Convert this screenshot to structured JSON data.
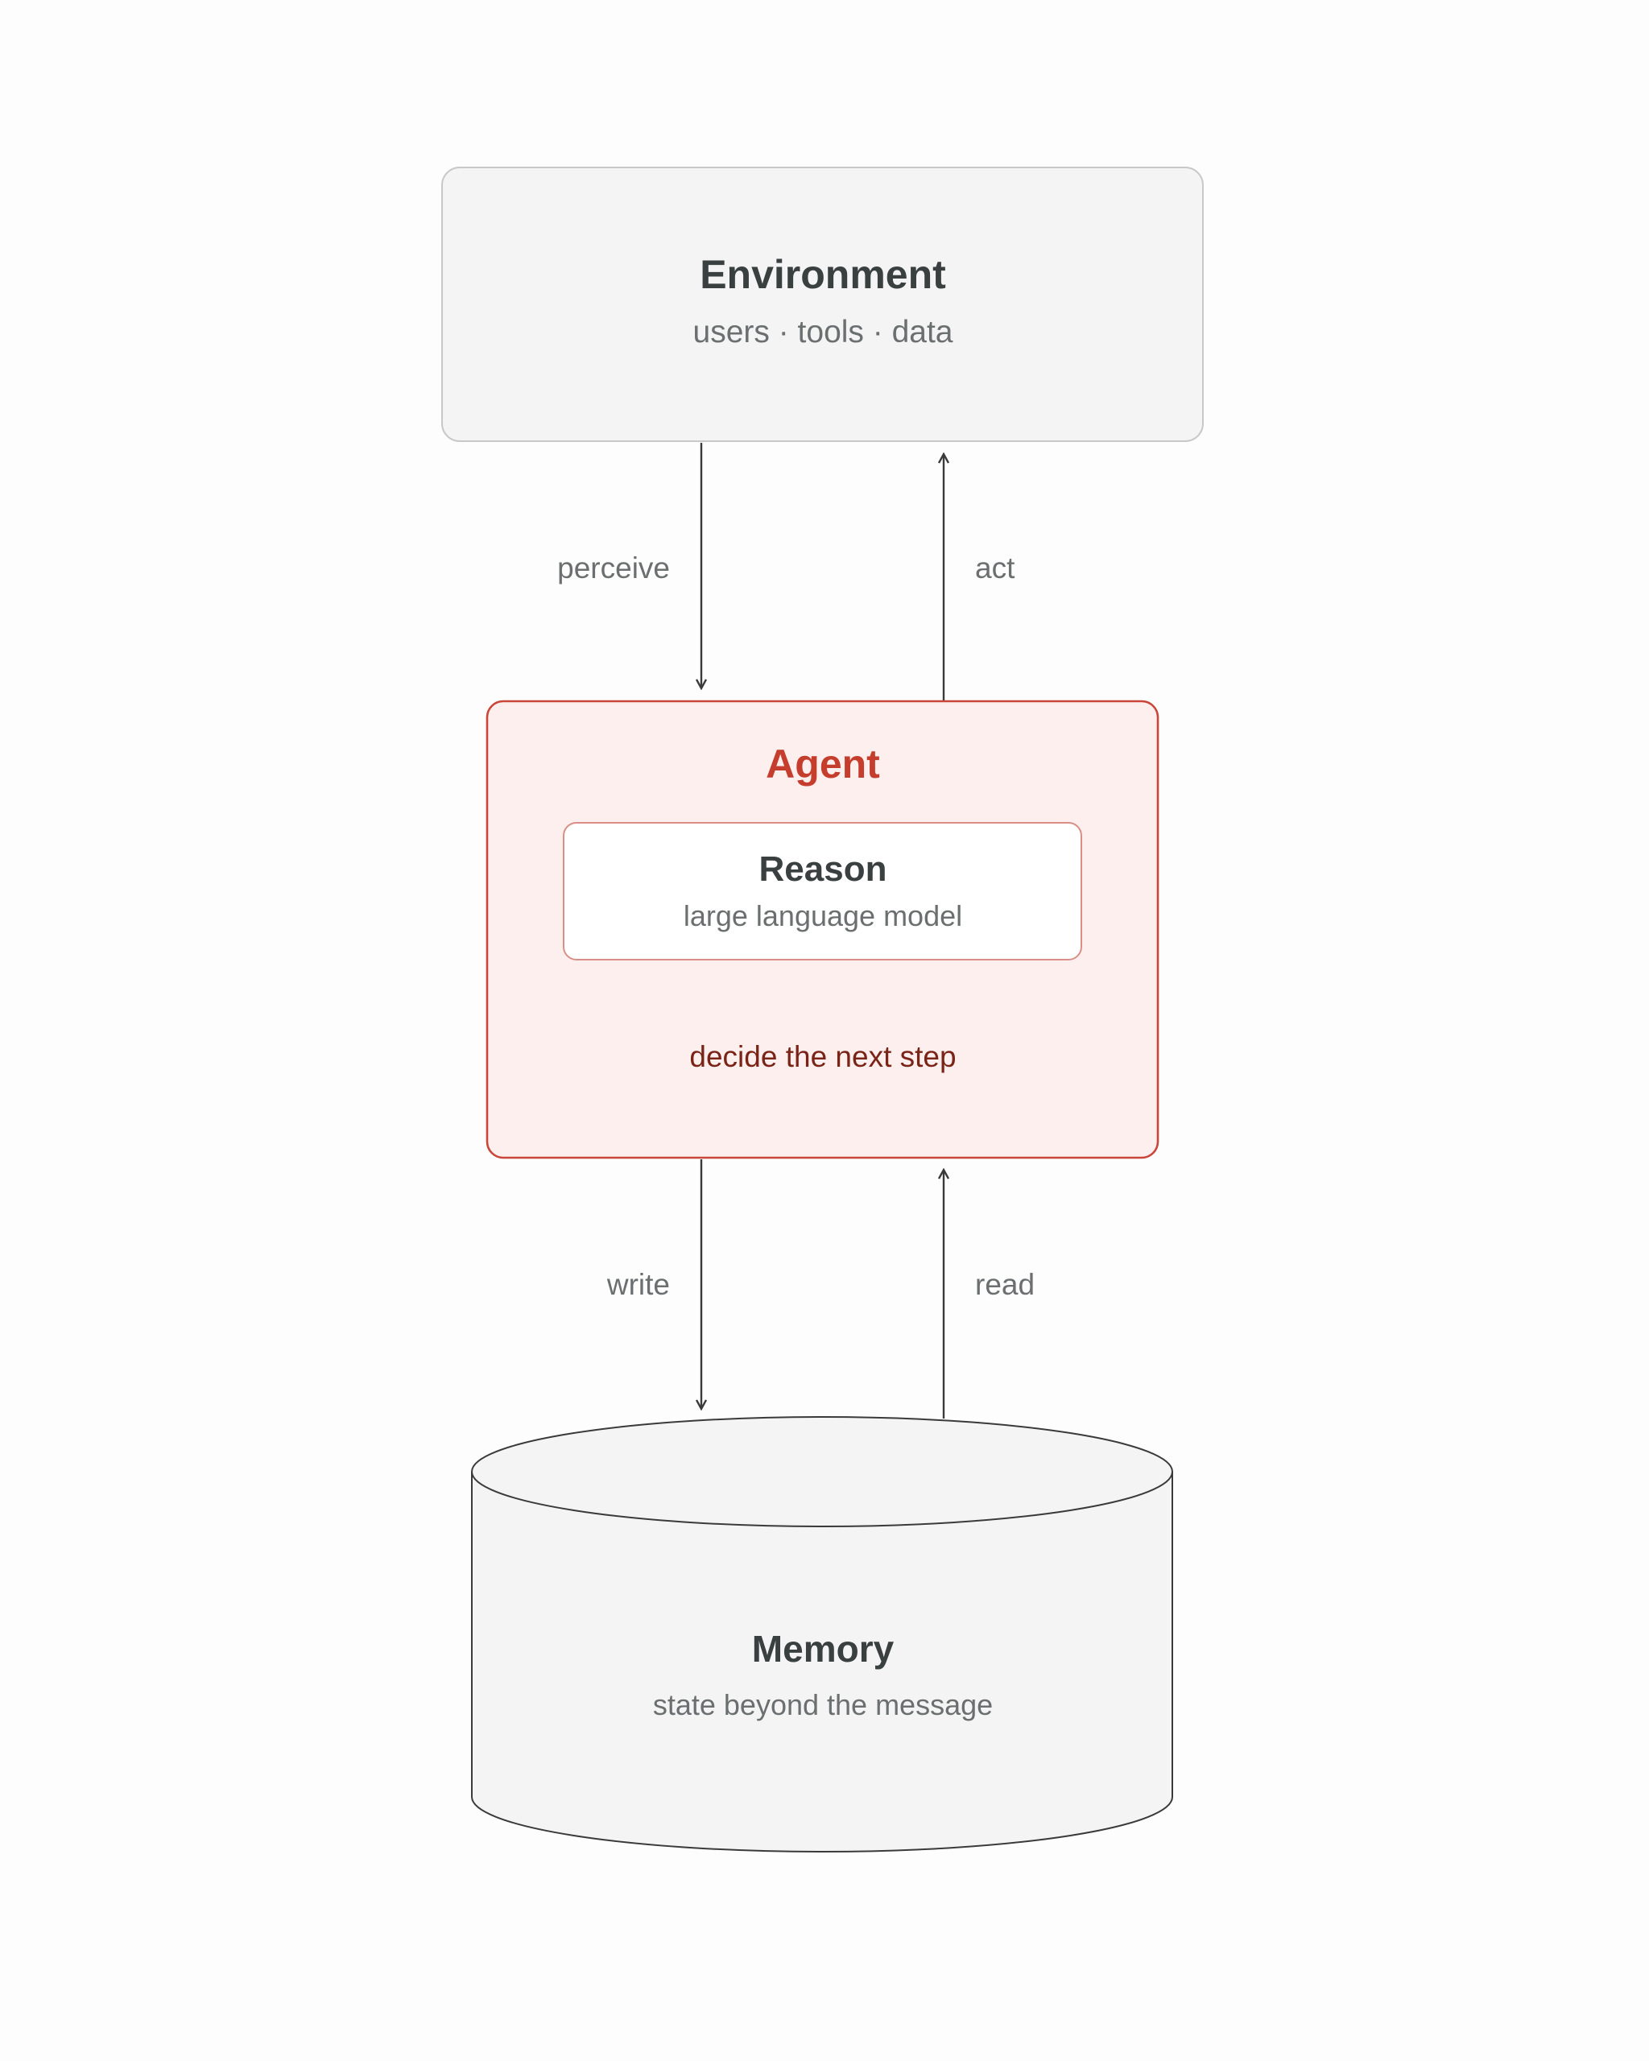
{
  "environment": {
    "title": "Environment",
    "subtitle": "users · tools · data"
  },
  "agent": {
    "title": "Agent",
    "note": "decide the next step",
    "reason": {
      "title": "Reason",
      "subtitle": "large language model"
    }
  },
  "memory": {
    "title": "Memory",
    "subtitle": "state beyond the message"
  },
  "edges": {
    "perceive": "perceive",
    "act": "act",
    "write": "write",
    "read": "read"
  },
  "colors": {
    "neutral_fill": "#f4f4f4",
    "neutral_stroke": "#c8c8c8",
    "agent_fill": "#fcefee",
    "agent_stroke": "#c8463a",
    "agent_text": "#c43d2d",
    "arrow": "#3a3a3a"
  }
}
